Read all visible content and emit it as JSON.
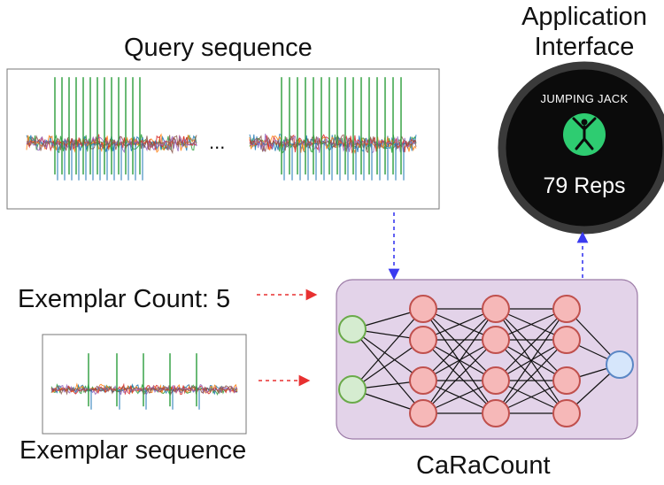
{
  "labels": {
    "app_title_line1": "Application",
    "app_title_line2": "Interface",
    "query_title": "Query sequence",
    "exemplar_count": "Exemplar Count: 5",
    "exemplar_title": "Exemplar sequence",
    "model_title": "CaRaCount",
    "ellipsis": "..."
  },
  "watch": {
    "exercise": "JUMPING JACK",
    "reps": "79 Reps",
    "icon": "jumping-person-icon",
    "icon_color": "#2ecc71"
  },
  "network": {
    "layers": [
      2,
      4,
      4,
      4,
      1
    ],
    "colors": {
      "input_fill": "#d5ecd0",
      "input_stroke": "#6aaa4a",
      "hidden_fill": "#f6b8b8",
      "hidden_stroke": "#c0504d",
      "output_fill": "#d6e6fb",
      "output_stroke": "#5b87c5",
      "panel_fill": "#e3d3e9",
      "panel_stroke": "#9b7aa6"
    }
  },
  "series_colors": [
    "#2a9d3a",
    "#1f77b4",
    "#ff7f0e",
    "#d62728",
    "#9467bd",
    "#8c564b"
  ],
  "arrow_colors": {
    "blue": "#3a3af0",
    "red": "#e83030"
  }
}
